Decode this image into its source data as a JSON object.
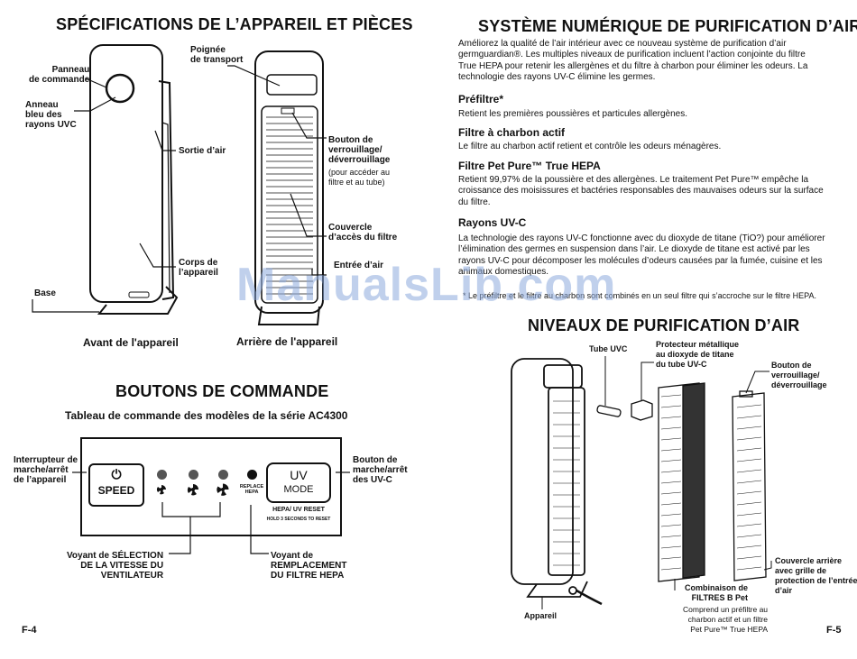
{
  "left": {
    "title": "SPÉCIFICATIONS DE L’APPAREIL ET PIÈCES",
    "labels": {
      "panneau": "Panneau\nde commande",
      "anneau": "Anneau\nbleu des\nrayons UVC",
      "sortie": "Sortie d’air",
      "corps": "Corps de\nl’appareil",
      "base": "Base",
      "poignee": "Poignée\nde transport",
      "bouton_verrou": "Bouton de\nverrouillage/\ndéverrouillage",
      "bouton_verrou_note": "(pour accéder au\nfiltre et au tube)",
      "couvercle": "Couvercle\nd’accès du filtre",
      "entree": "Entrée d’air"
    },
    "captions": {
      "avant": "Avant de l'appareil",
      "arriere": "Arrière de l'appareil"
    },
    "controls_title": "BOUTONS DE COMMANDE",
    "controls_subtitle": "Tableau de commande des modèles de la série AC4300",
    "panel": {
      "speed_label": "SPEED",
      "power_symbol": "⏻",
      "replace_hepa": "REPLACE\nHEPA",
      "uv_label": "UV",
      "mode_label": "MODE",
      "hepa_reset": "HEPA/ UV RESET",
      "hold_text": "HOLD 3 SECONDS TO RESET"
    },
    "ctl_labels": {
      "interrupteur": "Interrupteur de\nmarche/arrêt\nde l’appareil",
      "bouton_uv": "Bouton de\nmarche/arrêt\ndes UV-C",
      "voyant_vitesse": "Voyant de SÉLECTION\nDE LA VITESSE DU\nVENTILATEUR",
      "voyant_filtre": "Voyant de\nREMPLACEMENT\nDU FILTRE HEPA"
    },
    "page_num": "F-4"
  },
  "right": {
    "title": "SYSTÈME NUMÉRIQUE DE PURIFICATION D’AIR",
    "intro": "Améliorez la qualité de l’air intérieur avec ce nouveau système de purification d’air germguardian®. Les multiples niveaux de purification incluent l’action conjointe du filtre True HEPA pour retenir les allergènes et du filtre à charbon pour éliminer les odeurs. La technologie des rayons UV-C élimine les germes.",
    "sections": [
      {
        "title": "Préfiltre*",
        "text": "Retient les premières poussières et particules allergènes."
      },
      {
        "title": "Filtre à charbon actif",
        "text": "Le filtre au charbon actif retient et contrôle les odeurs ménagères."
      },
      {
        "title": "Filtre Pet Pure™ True HEPA",
        "text": "Retient 99,97% de la poussière et des allergènes. Le traitement Pet Pure™ empêche la croissance des moisissures et bactéries responsables des mauvaises odeurs sur la surface du filtre."
      },
      {
        "title": "Rayons UV-C",
        "text": "La technologie des rayons UV-C fonctionne avec du dioxyde de titane (TiO?) pour améliorer l’élimination des germes en suspension dans l’air. Le dioxyde de titane est activé par les rayons UV-C pour décomposer les molécules d’odeurs causées par la fumée, cuisine et les animaux domestiques."
      }
    ],
    "footnote": "* Le préfiltre et le filtre au charbon sont combinés en un seul filtre qui s’accroche sur le filtre HEPA.",
    "levels_title": "NIVEAUX DE PURIFICATION D’AIR",
    "labels": {
      "tube_uvc": "Tube UVC",
      "protecteur": "Protecteur métallique\nau dioxyde de titane\ndu tube UV-C",
      "bouton_verrou": "Bouton de\nverrouillage/\ndéverrouillage",
      "couvercle_arriere": "Couvercle arrière\navec grille de\nprotection de l’entrée\nd’air",
      "combinaison": "Combinaison de\nFILTRES B Pet",
      "combinaison_note": "Comprend un préfiltre au\ncharbon actif et un filtre\nPet Pure™ True HEPA",
      "appareil": "Appareil"
    },
    "page_num": "F-5"
  },
  "watermark": "ManualsLib.com"
}
